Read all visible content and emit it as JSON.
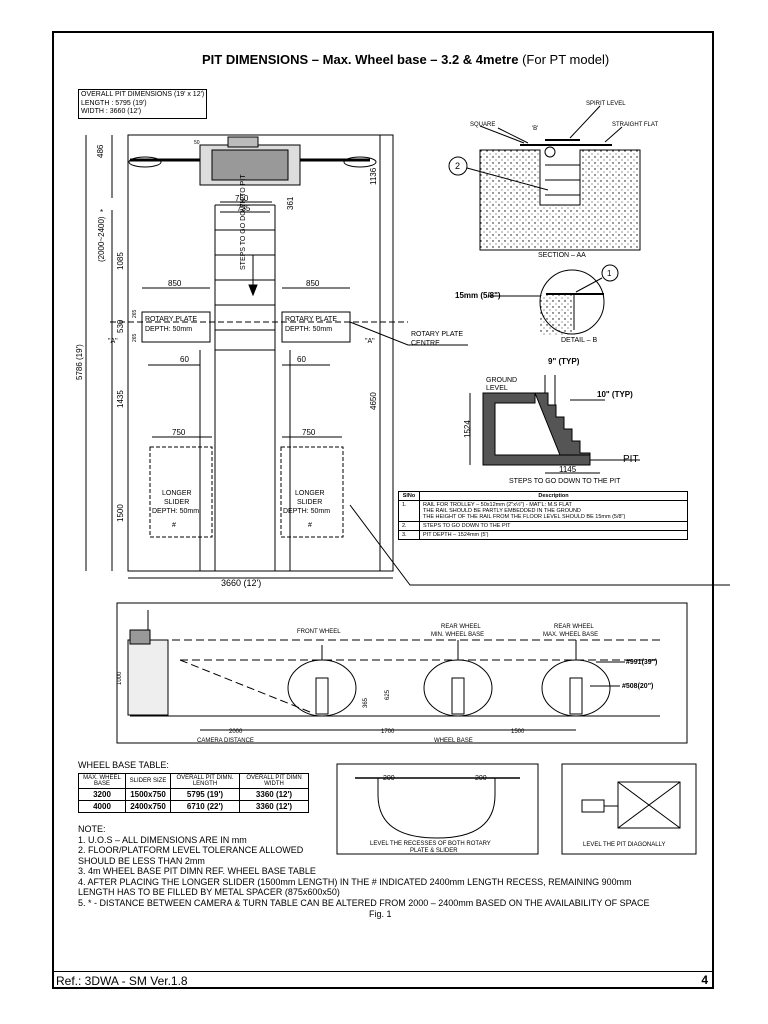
{
  "title": {
    "main": "PIT DIMENSIONS – Max. Wheel base – 3.2 & 4metre",
    "sub": "(For PT model)"
  },
  "overall": {
    "l1": "OVERALL PIT DIMENSIONS (19' x 12')",
    "l2": "LENGTH  :  5795 (19')",
    "l3": "WIDTH   :  3660 (12')"
  },
  "plan": {
    "d486": "486",
    "d1136": "1136",
    "d760": "760",
    "d735": "735",
    "d361": "361",
    "d2000_2400": "(2000~2400)",
    "star": "*",
    "d1085": "1085",
    "steps": "STEPS TO GO DOWN TO PIT",
    "d850a": "850",
    "d850b": "850",
    "d265a": "265",
    "d265b": "265",
    "rp_label": "ROTARY PLATE",
    "rp_depth": "DEPTH: 50mm",
    "d530": "530",
    "a_left": "\"A\"",
    "a_right": "\"A\"",
    "rpc1": "ROTARY PLATE",
    "rpc2": "CENTRE",
    "d60a": "60",
    "d60b": "60",
    "d5786": "5786 (19')",
    "d1435": "1435",
    "d4650": "4650",
    "d750a": "750",
    "d750b": "750",
    "ls1": "LONGER",
    "ls2": "SLIDER",
    "ls3": "DEPTH: 50mm",
    "hash": "#",
    "d1500": "1500",
    "d3660": "3660 (12')",
    "d50": "50"
  },
  "section_aa": {
    "spirit": "SPIRIT LEVEL",
    "square": "SQUARE",
    "b": "'B'",
    "flat": "STRAIGHT FLAT",
    "n2": "2",
    "label": "SECTION – AA"
  },
  "detail_b": {
    "n1": "1",
    "dim": "15mm (5/8\")",
    "label": "DETAIL – B"
  },
  "steps_sec": {
    "d9": "9\" (TYP)",
    "ground": "GROUND",
    "level": "LEVEL",
    "d10": "10\" (TYP)",
    "d1524": "1524",
    "pit": "PIT",
    "d1145": "1145",
    "label": "STEPS TO GO DOWN TO THE PIT"
  },
  "desc_table": {
    "h1": "SlNo",
    "h2": "Description",
    "rows": [
      {
        "n": "1.",
        "t1": "RAIL FOR TROLLEY – 50x12mm (2\"x½\") - MAT'L: M.S FLAT",
        "t2": "THE RAIL SHOULD BE PARTLY EMBEDDED IN THE GROUND",
        "t3": "THE HEIGHT OF THE RAIL FROM THE FLOOR LEVEL SHOULD BE 15mm (5/8\")"
      },
      {
        "n": "2.",
        "t1": "STEPS TO GO DOWN TO THE PIT",
        "t2": "",
        "t3": ""
      },
      {
        "n": "3.",
        "t1": "PIT DEPTH – 1524mm (5')",
        "t2": "",
        "t3": ""
      }
    ]
  },
  "side": {
    "front": "FRONT WHEEL",
    "rear1a": "REAR WHEEL",
    "rear1b": "MIN. WHEEL BASE",
    "rear2a": "REAR WHEEL",
    "rear2b": "MAX. WHEEL BASE",
    "d991": "#991(39\")",
    "d508": "#508(20\")",
    "d1000": "1000",
    "d625": "625",
    "d365": "365",
    "d2000": "2000",
    "d1700": "1700",
    "d1500": "1500",
    "camdist": "CAMERA DISTANCE",
    "wbase": "WHEEL BASE"
  },
  "wb_table": {
    "title": "WHEEL BASE TABLE:",
    "headers": [
      "MAX. WHEEL BASE",
      "SLIDER SIZE",
      "OVERALL PIT DIMN. LENGTH",
      "OVERALL PIT DIMN WIDTH"
    ],
    "rows": [
      [
        "3200",
        "1500x750",
        "5795  (19')",
        "3360  (12')"
      ],
      [
        "4000",
        "2400x750",
        "6710  (22')",
        "3360  (12')"
      ]
    ]
  },
  "recess": {
    "d200a": "200",
    "d200b": "200",
    "cap1": "LEVEL THE RECESSES OF BOTH ROTARY",
    "cap2": "PLATE & SLIDER"
  },
  "diag": {
    "cap": "LEVEL THE PIT DIAGONALLY"
  },
  "notes": {
    "head": "NOTE:",
    "n1": "1.   U.O.S – ALL DIMENSIONS ARE IN mm",
    "n2": "2.   FLOOR/PLATFORM LEVEL TOLERANCE ALLOWED",
    "n2b": "      SHOULD BE LESS THAN 2mm",
    "n3": "3.   4m WHEEL BASE PIT DIMN REF. WHEEL BASE TABLE",
    "n4": "4.   AFTER PLACING THE LONGER SLIDER (1500mm LENGTH) IN THE # INDICATED 2400mm LENGTH RECESS, REMAINING 900mm",
    "n4b": "      LENGTH HAS TO BE FILLED BY METAL SPACER (875x600x50)",
    "n5": "5.   * - DISTANCE BETWEEN CAMERA & TURN TABLE CAN BE ALTERED FROM 2000 – 2400mm BASED ON THE AVAILABILITY OF SPACE"
  },
  "fig": "Fig. 1",
  "footer": {
    "ref": "Ref.: 3DWA - SM Ver.1.8",
    "page": "4"
  }
}
